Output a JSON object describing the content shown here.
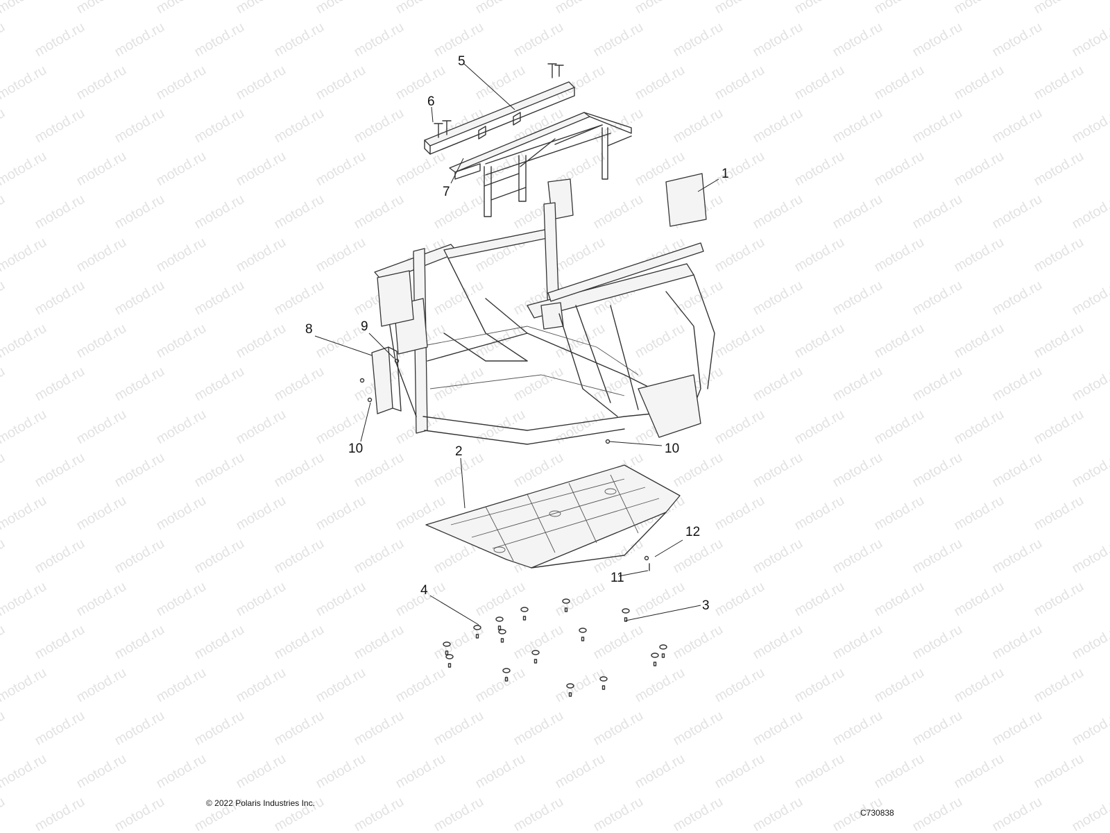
{
  "watermark": {
    "text": "motod.ru"
  },
  "callouts": [
    {
      "id": "1",
      "label": "1"
    },
    {
      "id": "2",
      "label": "2"
    },
    {
      "id": "3",
      "label": "3"
    },
    {
      "id": "4",
      "label": "4"
    },
    {
      "id": "5",
      "label": "5"
    },
    {
      "id": "6",
      "label": "6"
    },
    {
      "id": "7",
      "label": "7"
    },
    {
      "id": "8",
      "label": "8"
    },
    {
      "id": "9",
      "label": "9"
    },
    {
      "id": "10a",
      "label": "10"
    },
    {
      "id": "10b",
      "label": "10"
    },
    {
      "id": "11",
      "label": "11"
    },
    {
      "id": "12",
      "label": "12"
    }
  ],
  "footer": {
    "copyright": "© 2022 Polaris Industries Inc.",
    "drawing_number": "C730838"
  }
}
